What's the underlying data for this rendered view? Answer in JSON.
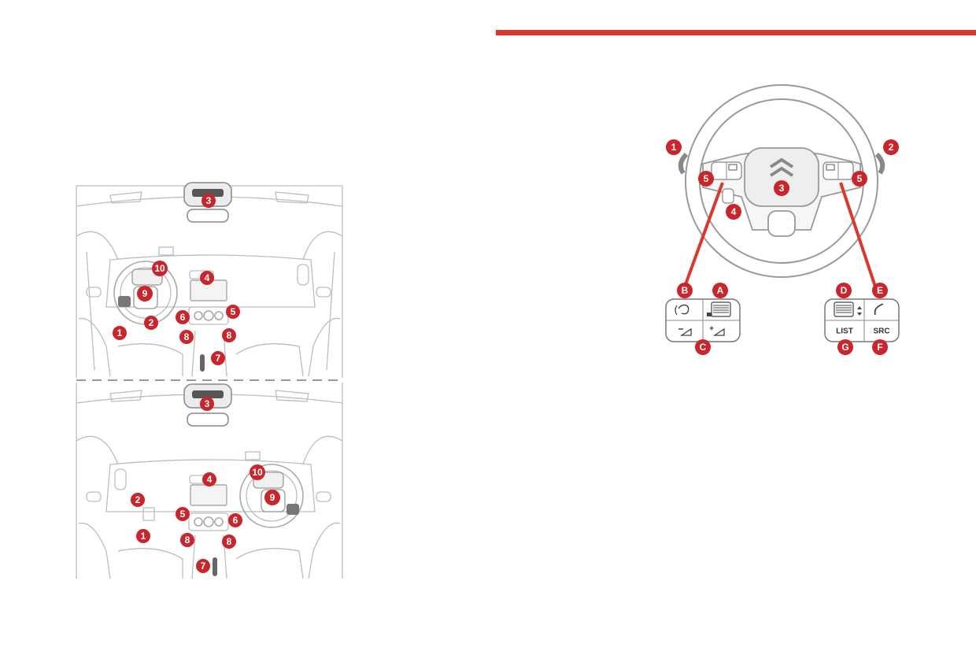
{
  "dashboard_lhd": {
    "callouts": [
      "1",
      "2",
      "3",
      "4",
      "5",
      "6",
      "7",
      "8",
      "8",
      "9",
      "10"
    ]
  },
  "dashboard_rhd": {
    "callouts": [
      "1",
      "2",
      "3",
      "4",
      "5",
      "6",
      "7",
      "8",
      "8",
      "9",
      "10"
    ]
  },
  "steering_wheel": {
    "callouts": [
      "1",
      "2",
      "3",
      "4",
      "5",
      "5"
    ]
  },
  "left_control_pad": {
    "callouts": [
      "A",
      "B",
      "C"
    ]
  },
  "right_control_pad": {
    "callouts": [
      "D",
      "E",
      "F",
      "G"
    ],
    "list_label": "LIST",
    "src_label": "SRC"
  },
  "colors": {
    "accent_bar": "#d9382c",
    "callout": "#c8262c",
    "line_art": "#a9a9a9"
  },
  "icons": [
    "mirror-icon",
    "steering-wheel-icon",
    "brand-chevron-icon",
    "voice-command-icon",
    "scroll-wheel-icon",
    "phone-icon",
    "volume-down-icon",
    "volume-up-icon"
  ]
}
